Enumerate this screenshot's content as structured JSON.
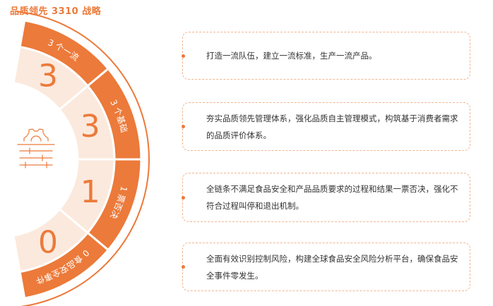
{
  "title": "品质领先 3310 战略",
  "colors": {
    "accent": "#ec7a3a",
    "light": "#fbe9dd",
    "line": "#f2b58f",
    "text": "#333333"
  },
  "center_icon": "gear-sliders-icon",
  "segments": [
    {
      "band_label": "3 个一流",
      "digit": "3",
      "description": "打造一流队伍，建立一流标准，生产一流产品。"
    },
    {
      "band_label": "3 个基础",
      "digit": "3",
      "description": "夯实品质领先管理体系，强化品质自主管理模式，构筑基于消费者需求的品质评价体系。"
    },
    {
      "band_label": "1 票否决",
      "digit": "1",
      "description": "全链条不满足食品安全和产品品质要求的过程和结果一票否决，强化不符合过程叫停和退出机制。"
    },
    {
      "band_label": "0 食品安全事件",
      "digit": "0",
      "description": "全面有效识别控制风险，构建全球食品安全风险分析平台，确保食品安全事件零发生。"
    }
  ]
}
